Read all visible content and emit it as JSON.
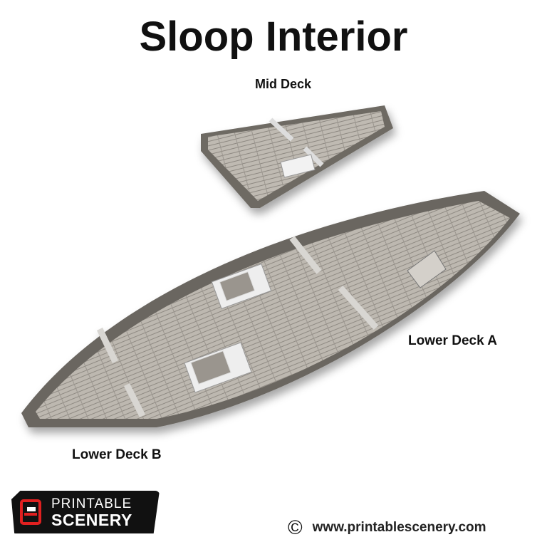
{
  "title": "Sloop Interior",
  "labels": {
    "mid_deck": "Mid Deck",
    "lower_deck_a": "Lower Deck A",
    "lower_deck_b": "Lower Deck B"
  },
  "logo": {
    "line1": "PRINTABLE",
    "line2": "SCENERY",
    "icon": "castle-frame-icon",
    "accent_color": "#e02020"
  },
  "footer": {
    "copyright_symbol": "©",
    "url": "www.printablescenery.com"
  },
  "colors": {
    "background": "#ffffff",
    "deck_wood": "#b9b4ac",
    "deck_wall": "#6e6a64",
    "text": "#111111"
  }
}
